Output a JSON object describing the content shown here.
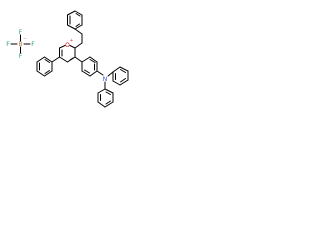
{
  "structure": {
    "type": "chemical-structure",
    "salt": {
      "anion": {
        "fluorine_symbol": "F",
        "boron_symbol": "B",
        "charge": "−"
      },
      "cation": {
        "oxygen_symbol": "O",
        "charge": "+",
        "nitrogen_symbol": "N"
      }
    },
    "colors": {
      "bond": "#000000",
      "oxygen": "#e00000",
      "boron": "#b07c3a",
      "fluorine": "#2a9d8f",
      "nitrogen": "#2f56d6"
    }
  }
}
